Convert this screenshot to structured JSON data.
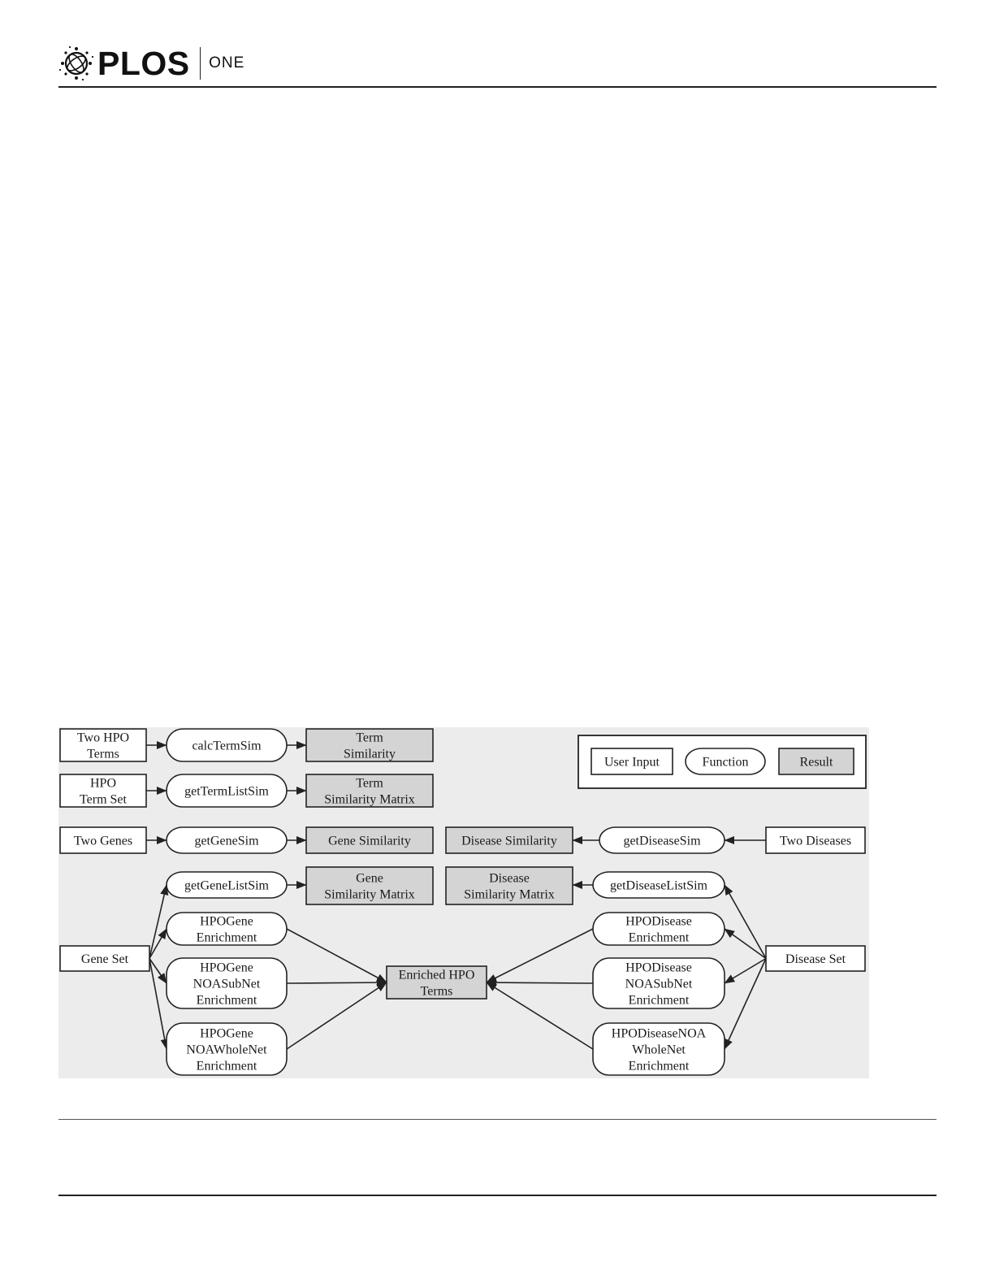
{
  "header": {
    "logo_text": "PLOS",
    "journal": "ONE",
    "logo_icon": "plos-globe-icon"
  },
  "figure": {
    "nodes": {
      "two_hpo_terms": [
        "Two HPO",
        "Terms"
      ],
      "calc_term_sim": [
        "calcTermSim"
      ],
      "term_similarity": [
        "Term",
        "Similarity"
      ],
      "hpo_term_set": [
        "HPO",
        "Term Set"
      ],
      "get_term_list_sim": [
        "getTermListSim"
      ],
      "term_similarity_matrix": [
        "Term",
        "Similarity Matrix"
      ],
      "two_genes": [
        "Two Genes"
      ],
      "get_gene_sim": [
        "getGeneSim"
      ],
      "gene_similarity": [
        "Gene Similarity"
      ],
      "disease_similarity": [
        "Disease Similarity"
      ],
      "get_disease_sim": [
        "getDiseaseSim"
      ],
      "two_diseases": [
        "Two Diseases"
      ],
      "get_gene_list_sim": [
        "getGeneListSim"
      ],
      "gene_similarity_matrix": [
        "Gene",
        "Similarity Matrix"
      ],
      "disease_similarity_matrix": [
        "Disease",
        "Similarity Matrix"
      ],
      "get_disease_list_sim": [
        "getDiseaseListSim"
      ],
      "gene_set": [
        "Gene Set"
      ],
      "hpo_gene_enrichment": [
        "HPOGene",
        "Enrichment"
      ],
      "hpo_gene_noa_subnet": [
        "HPOGene",
        "NOASubNet",
        "Enrichment"
      ],
      "hpo_gene_noa_wholenet": [
        "HPOGene",
        "NOAWholeNet",
        "Enrichment"
      ],
      "enriched_hpo_terms": [
        "Enriched HPO",
        "Terms"
      ],
      "hpo_disease_enrichment": [
        "HPODisease",
        "Enrichment"
      ],
      "hpo_disease_noa_subnet": [
        "HPODisease",
        "NOASubNet",
        "Enrichment"
      ],
      "hpo_disease_noa_wholenet": [
        "HPODiseaseNOA",
        "WholeNet",
        "Enrichment"
      ],
      "disease_set": [
        "Disease Set"
      ]
    },
    "legend": {
      "user_input": "User Input",
      "function": "Function",
      "result": "Result"
    },
    "colors": {
      "background": "#ececec",
      "result_fill": "#d4d4d4",
      "box_fill": "#ffffff",
      "stroke": "#222222"
    }
  }
}
